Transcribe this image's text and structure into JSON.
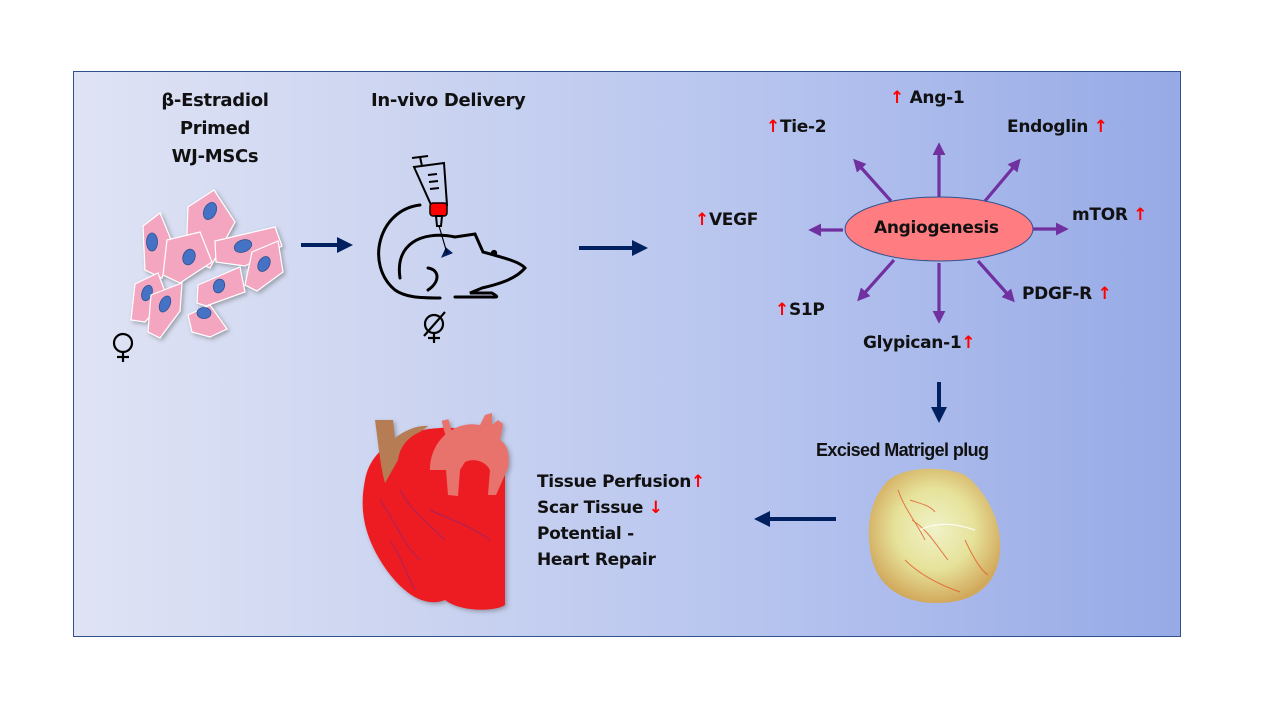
{
  "colors": {
    "frame_border": "#2f528f",
    "flow_arrow": "#002060",
    "radial_arrow": "#7030a0",
    "angiogenesis_fill": "#ff7c80",
    "up_arrow": "#ff0000",
    "cell_fill": "#f4a6c0",
    "nucleus_fill": "#4472c4",
    "heart_fill": "#ed1c24"
  },
  "step1": {
    "title_lines": [
      "β-Estradiol",
      "Primed",
      "WJ-MSCs"
    ],
    "sex_symbol": "♀",
    "icon": "stem-cell-cluster"
  },
  "step2": {
    "title": "In-vivo Delivery",
    "icon": "mouse-with-syringe",
    "sex_symbol": "ovariectomized-female"
  },
  "angiogenesis": {
    "center_label": "Angiogenesis",
    "markers": [
      {
        "name": "Ang-1",
        "direction": "up",
        "arrow_side": "left"
      },
      {
        "name": "Tie-2",
        "direction": "up",
        "arrow_side": "left"
      },
      {
        "name": "Endoglin",
        "direction": "up",
        "arrow_side": "right"
      },
      {
        "name": "VEGF",
        "direction": "up",
        "arrow_side": "left"
      },
      {
        "name": "mTOR",
        "direction": "up",
        "arrow_side": "right"
      },
      {
        "name": "S1P",
        "direction": "up",
        "arrow_side": "left"
      },
      {
        "name": "PDGF-R",
        "direction": "up",
        "arrow_side": "right"
      },
      {
        "name": "Glypican-1",
        "direction": "up",
        "arrow_side": "right"
      }
    ]
  },
  "step4": {
    "title": "Excised Matrigel plug",
    "icon": "matrigel-plug-photo"
  },
  "outcome": {
    "icon": "heart",
    "lines": [
      {
        "text": "Tissue Perfusion",
        "indicator": "up"
      },
      {
        "text": "Scar Tissue",
        "indicator": "down"
      },
      {
        "text": "Potential -",
        "indicator": ""
      },
      {
        "text": "Heart Repair",
        "indicator": ""
      }
    ],
    "up_glyph": "↑",
    "down_glyph": "↓"
  }
}
